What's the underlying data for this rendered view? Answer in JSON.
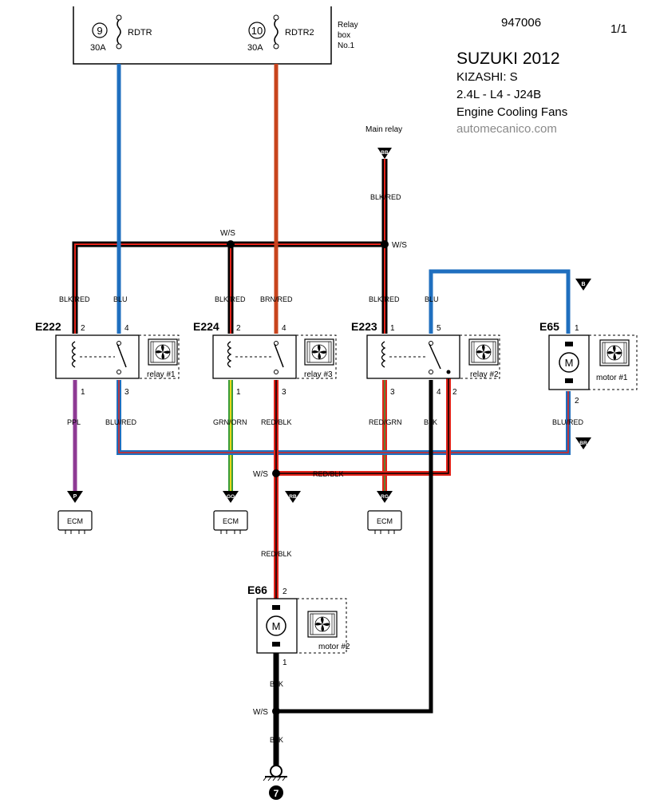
{
  "header": {
    "doc_number": "947006",
    "page": "1/1",
    "make_year": "SUZUKI 2012",
    "model": "KIZASHI: S",
    "engine": "2.4L - L4 - J24B",
    "system": "Engine Cooling Fans",
    "site": "automecanico.com"
  },
  "relay_box": {
    "label_line1": "Relay",
    "label_line2": "box",
    "label_line3": "No.1",
    "fuse9_num": "9",
    "fuse9_name": "RDTR",
    "fuse9_amp": "30A",
    "fuse10_num": "10",
    "fuse10_name": "RDTR2",
    "fuse10_amp": "30A"
  },
  "main_relay": {
    "label": "Main relay",
    "connector": "BB",
    "wire": "BLK/RED"
  },
  "splices": {
    "top_left": "W/S",
    "top_right": "W/S",
    "mid": "W/S",
    "bottom": "W/S"
  },
  "components": {
    "e222": {
      "id": "E222",
      "name": "relay #1",
      "pin_tl": "2",
      "pin_tr": "4",
      "pin_bl": "1",
      "pin_br": "3",
      "wire_tl": "BLK/RED",
      "wire_tr": "BLU",
      "wire_bl": "PPL",
      "wire_br": "BLU/RED"
    },
    "e224": {
      "id": "E224",
      "name": "relay #3",
      "pin_tl": "2",
      "pin_tr": "4",
      "pin_bl": "1",
      "pin_br": "3",
      "wire_tl": "BLK/RED",
      "wire_tr": "BRN/RED",
      "wire_bl": "GRN/ORN",
      "wire_br": "RED/BLK"
    },
    "e223": {
      "id": "E223",
      "name": "relay #2",
      "pin_tl": "1",
      "pin_tr": "5",
      "pin_bl": "3",
      "pin_b4": "4",
      "pin_b2": "2",
      "wire_tl": "BLK/RED",
      "wire_tr": "BLU",
      "wire_bl": "RED/GRN",
      "wire_b4": "BLK"
    },
    "e65": {
      "id": "E65",
      "name": "motor #1",
      "pin_top": "1",
      "pin_bottom": "2",
      "motor_symbol": "M",
      "wire_bottom": "BLU/RED"
    },
    "e66": {
      "id": "E66",
      "name": "motor #2",
      "pin_top": "2",
      "pin_bottom": "1",
      "motor_symbol": "M"
    }
  },
  "connectors": {
    "b": "B",
    "br": "BR",
    "rb": "RB",
    "p": "P",
    "go": "GO",
    "rg": "RG"
  },
  "ecm": {
    "label": "ECM"
  },
  "wires": {
    "red_blk_h": "RED/BLK",
    "red_blk_v": "RED/BLK",
    "blk_upper": "BLK",
    "blk_lower": "BLK"
  },
  "ground": {
    "number": "7"
  },
  "colors": {
    "blue": "#1f6fbf",
    "red": "#e2231a",
    "brown": "#c8441d",
    "black": "#000000",
    "purple": "#8e3a94",
    "green": "#3a9d3a",
    "yellow": "#e8d818"
  }
}
